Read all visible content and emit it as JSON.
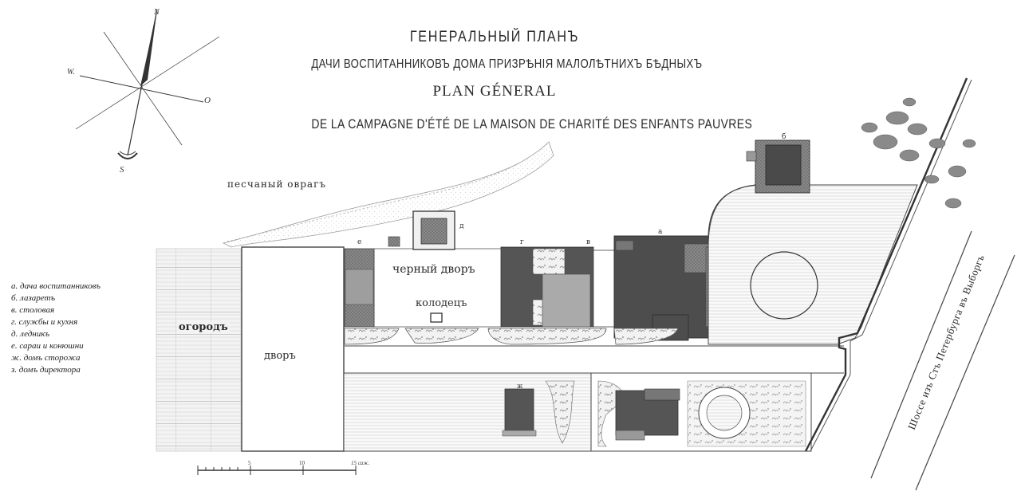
{
  "title": {
    "line1": "ГЕНЕРАЛЬНЫЙ ПЛАНЪ",
    "line2": "ДАЧИ ВОСПИТАННИКОВЪ ДОМА ПРИЗРѢНІЯ МАЛОЛѢТНИХЪ БѢДНЫХЪ",
    "line3": "PLAN GÉNERAL",
    "line4": "DE LA CAMPAGNE D'ÉTÉ DE LA MAISON DE CHARITÉ DES ENFANTS PAUVRES"
  },
  "compass": {
    "n": "N",
    "s": "S",
    "w": "W.",
    "o": "O"
  },
  "labels": {
    "ravine": "песчаный оврагъ",
    "back_yard": "черный дворъ",
    "well": "колодецъ",
    "garden": "огородъ",
    "yard": "дворъ",
    "highway": "Шоссе изъ Стъ Петербурга въ Выборгъ"
  },
  "building_letters": {
    "a": "а",
    "b": "б",
    "v": "в",
    "g": "г",
    "d": "д",
    "e": "е",
    "zh": "ж"
  },
  "legend": [
    "а. дача воспитанниковъ",
    "б. лазаретъ",
    "в. столовая",
    "г. службы и кухня",
    "д. ледникъ",
    "е. сараи и конюшни",
    "ж. домъ сторожа",
    "з. домъ директора"
  ],
  "scale": {
    "ticks": [
      "5",
      "10",
      "15 саж."
    ]
  },
  "colors": {
    "ink": "#2a2a2a",
    "building_dark": "#4a4a4a",
    "building_light": "#9a9a9a",
    "hatch": "#c4c4c4"
  }
}
